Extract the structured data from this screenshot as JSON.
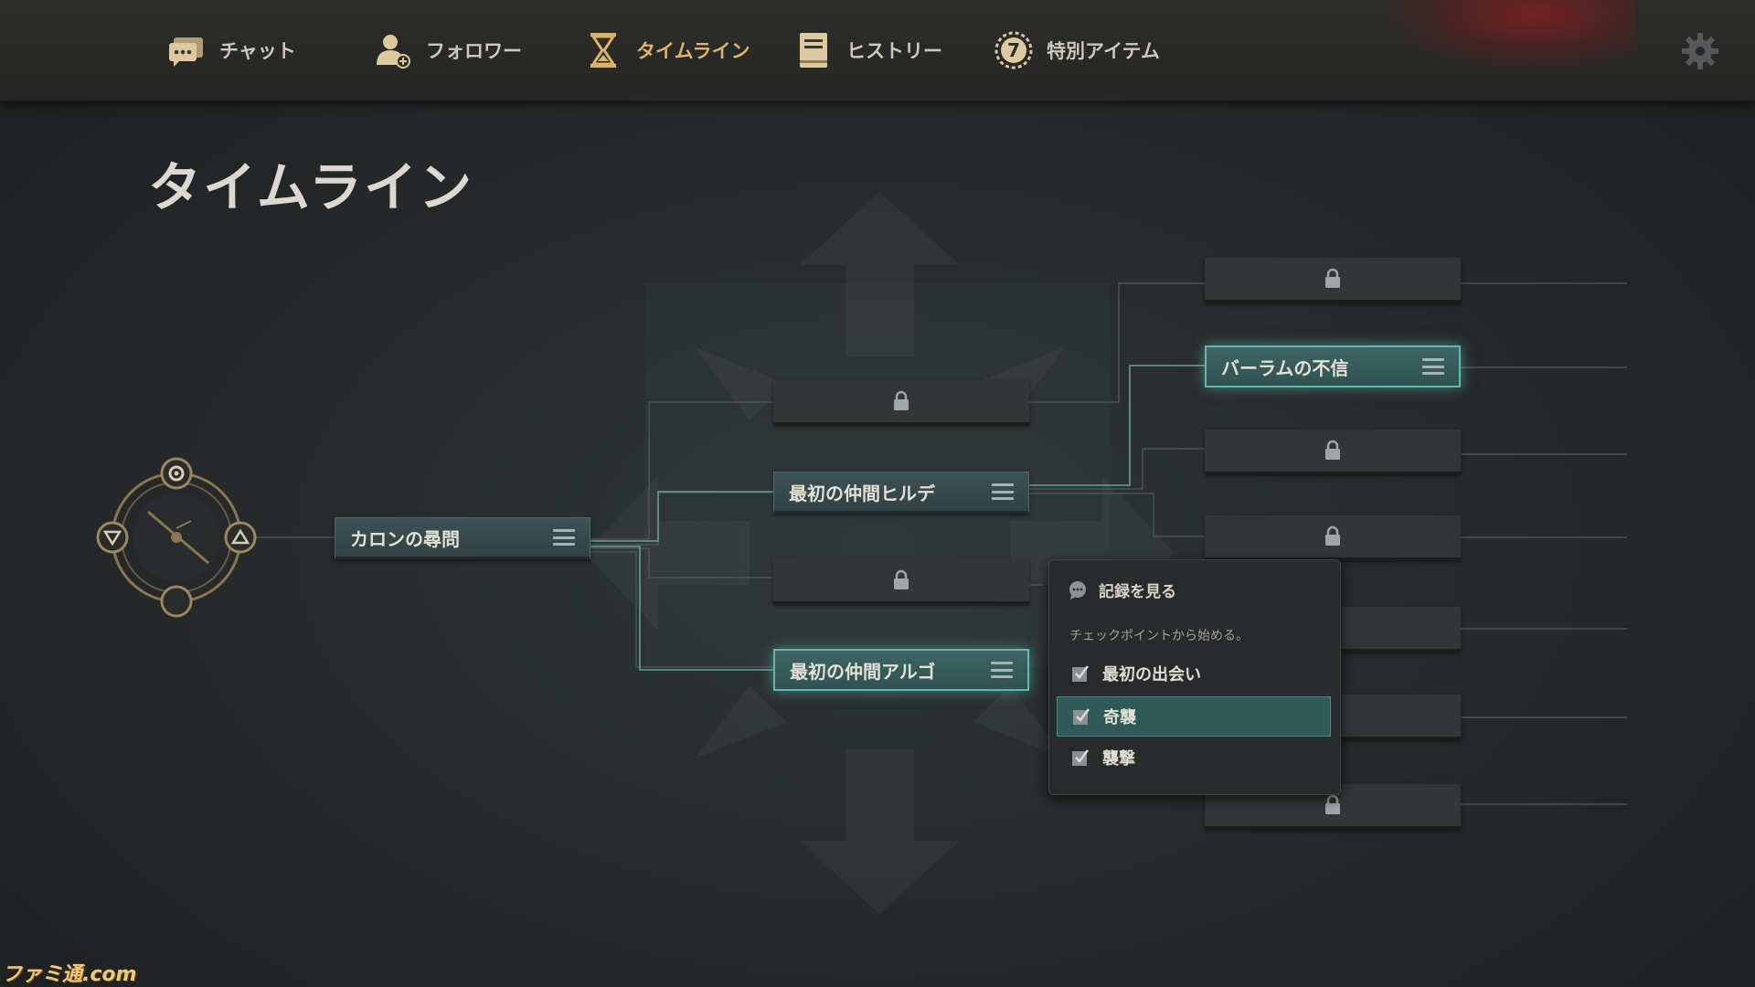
{
  "nav": {
    "tabs": [
      {
        "label": "チャット",
        "icon": "chat-icon"
      },
      {
        "label": "フォロワー",
        "icon": "follower-icon"
      },
      {
        "label": "タイムライン",
        "icon": "hourglass-icon",
        "active": true
      },
      {
        "label": "ヒストリー",
        "icon": "book-icon"
      },
      {
        "label": "特別アイテム",
        "icon": "special-item-icon"
      }
    ],
    "special_item_count": "7",
    "settings_icon": "gear-icon"
  },
  "page": {
    "title": "タイムライン"
  },
  "timeline": {
    "root": {
      "label": "カロンの尋問"
    },
    "col2": [
      {
        "label": "",
        "locked": true
      },
      {
        "label": "最初の仲間ヒルデ",
        "locked": false
      },
      {
        "label": "",
        "locked": true
      },
      {
        "label": "最初の仲間アルゴ",
        "locked": false,
        "selected": true
      }
    ],
    "col3": [
      {
        "label": "",
        "locked": true
      },
      {
        "label": "バーラムの不信",
        "locked": false,
        "selected": true
      },
      {
        "label": "",
        "locked": true
      },
      {
        "label": "",
        "locked": true
      },
      {
        "label": "",
        "locked": true
      }
    ]
  },
  "popup": {
    "header": "記録を見る",
    "subtitle": "チェックポイントから始める。",
    "items": [
      {
        "label": "最初の出会い"
      },
      {
        "label": "奇襲",
        "active": true
      },
      {
        "label": "襲撃"
      }
    ]
  },
  "watermark": "ファミ通.com",
  "colors": {
    "accent_gold": "#d9b46a",
    "selected_teal": "#5fb8b2",
    "popup_active": "#2f5a58"
  }
}
